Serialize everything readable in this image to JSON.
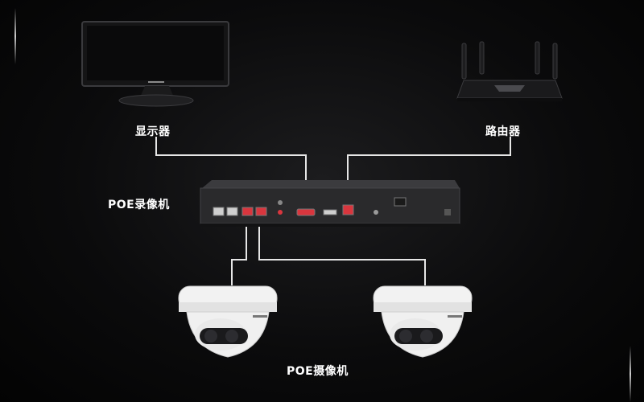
{
  "labels": {
    "monitor": "显示器",
    "router": "路由器",
    "nvr": "POE录像机",
    "cameras": "POE摄像机"
  },
  "colors": {
    "background": "#050505",
    "wire": "#e6e6e6",
    "port_active": "#d9363e",
    "device_body": "#2a2a2c",
    "camera_shell": "#f2f2f2"
  },
  "icons": [
    "monitor-icon",
    "router-icon",
    "nvr-icon",
    "dome-camera-icon"
  ]
}
